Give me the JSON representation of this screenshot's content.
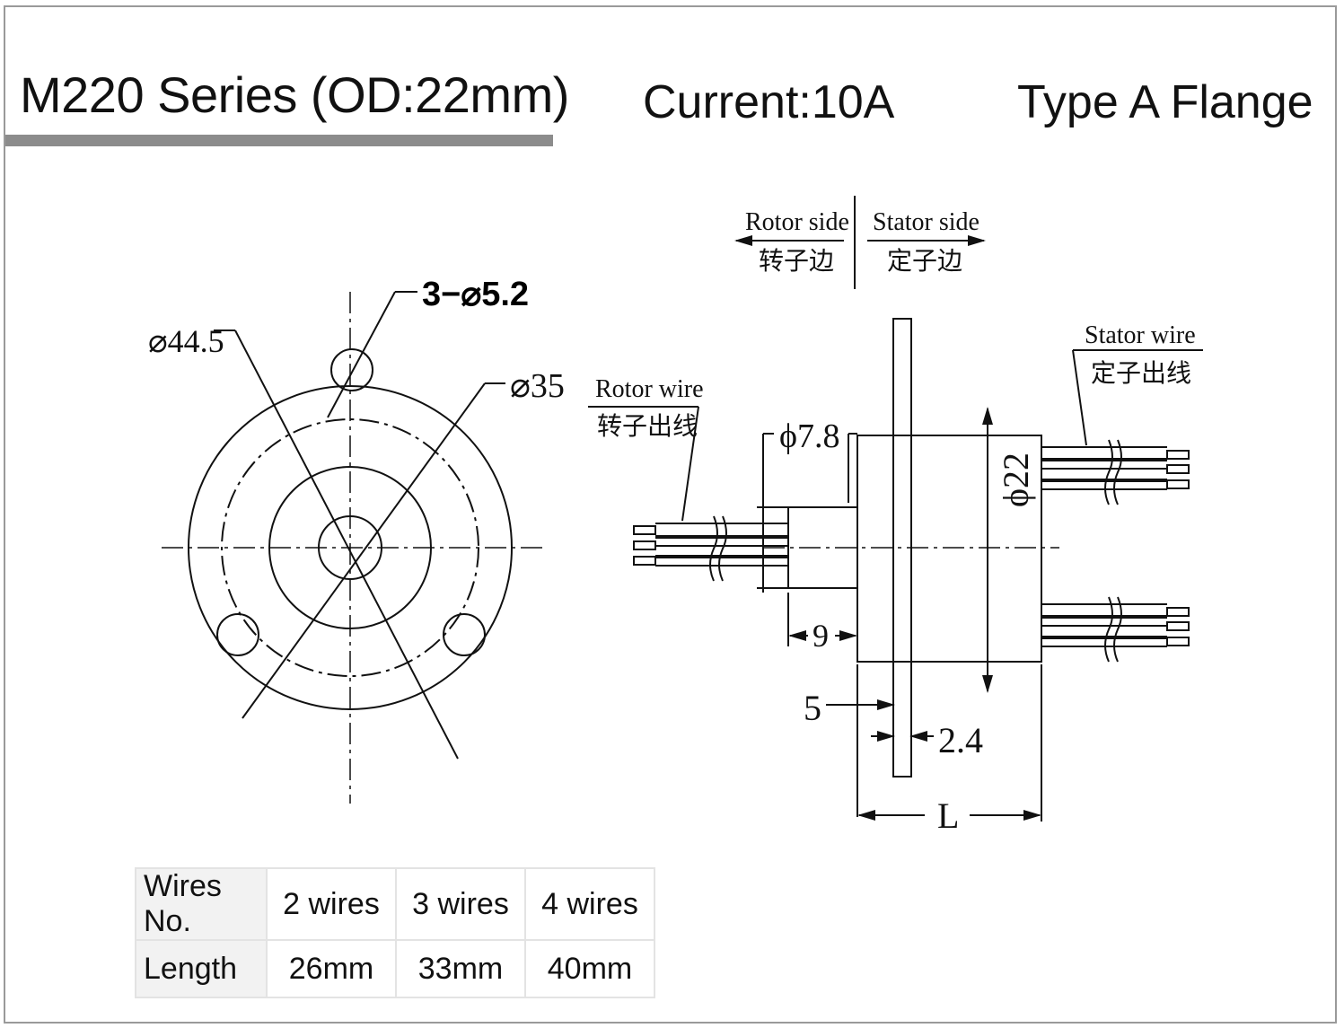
{
  "header": {
    "title": "M220 Series (OD:22mm)",
    "current": "Current:10A",
    "flange_type": "Type A Flange"
  },
  "front_view": {
    "outer_diameter": "⌀44.5",
    "holes": "3−⌀5.2",
    "pitch_circle": "⌀35"
  },
  "side_view": {
    "rotor_side_en": "Rotor side",
    "rotor_side_cn": "转子边",
    "stator_side_en": "Stator side",
    "stator_side_cn": "定子边",
    "rotor_wire_en": "Rotor wire",
    "rotor_wire_cn": "转子出线",
    "stator_wire_en": "Stator wire",
    "stator_wire_cn": "定子出线",
    "shaft_diameter": "ϕ7.8",
    "body_diameter": "ϕ22",
    "shaft_length": "9",
    "flange_offset": "5",
    "flange_thickness": "2.4",
    "body_length": "L"
  },
  "table": {
    "row_headers": [
      "Wires No.",
      "Length"
    ],
    "columns": [
      {
        "wires": "2 wires",
        "length": "26mm"
      },
      {
        "wires": "3 wires",
        "length": "33mm"
      },
      {
        "wires": "4 wires",
        "length": "40mm"
      }
    ]
  }
}
